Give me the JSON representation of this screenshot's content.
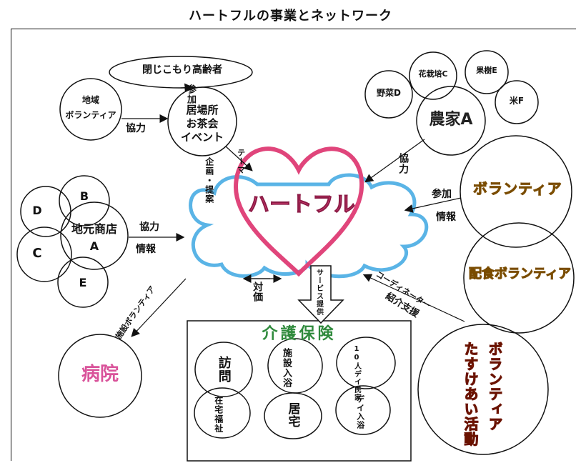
{
  "title": "ハートフルの事業とネットワーク",
  "colors": {
    "heart": "#e0457b",
    "cloud": "#5ab4e6",
    "hospital": "#d9539a",
    "kaigo_title": "#2f8a3c",
    "volunteer_fill": "#f2cc17",
    "volunteer_outline": "#7a4c00",
    "tasukeai_fill": "#e7341f",
    "tasukeai_outline": "#6a1200"
  },
  "center": {
    "name": "ハートフル"
  },
  "top_left": {
    "hikikomori": "閉じこもり高齢者",
    "sanka": "参加",
    "chiiki_volunteer": [
      "地域",
      "ボランティア"
    ],
    "kyoryoku": "協力",
    "ibasho": [
      "居場所",
      "お茶会",
      "イベント"
    ],
    "kikaku_teian": "企画・提案",
    "tema": "テーマ"
  },
  "top_right": {
    "farmers": [
      "花栽培C",
      "果樹E",
      "野菜D",
      "米F"
    ],
    "nouka": "農家A",
    "kyoryoku": "協力"
  },
  "left": {
    "shops": [
      "B",
      "D",
      "C",
      "E"
    ],
    "main_shop": [
      "地元商店",
      "A"
    ],
    "kyoryoku": "協力",
    "jouhou": "情報"
  },
  "right": {
    "volunteer": "ボランティア",
    "haishoku": "配食ボランティア",
    "sanka": "参加",
    "jouhou": "情報",
    "coordinator": "コーディネーター",
    "shoukai": "紹介支援",
    "tasukeai": [
      "ボランティア",
      "たすけあい活動"
    ]
  },
  "bottom": {
    "taika": "対価",
    "service": "サービス提供",
    "kaigo_title": "介護保険",
    "services": [
      "訪問",
      "施設入浴",
      "10人デイ民家",
      "在宅福祉",
      "居宅",
      "デイ入浴"
    ],
    "hospital": "病院",
    "hospital_link": "施設ボランティア"
  }
}
